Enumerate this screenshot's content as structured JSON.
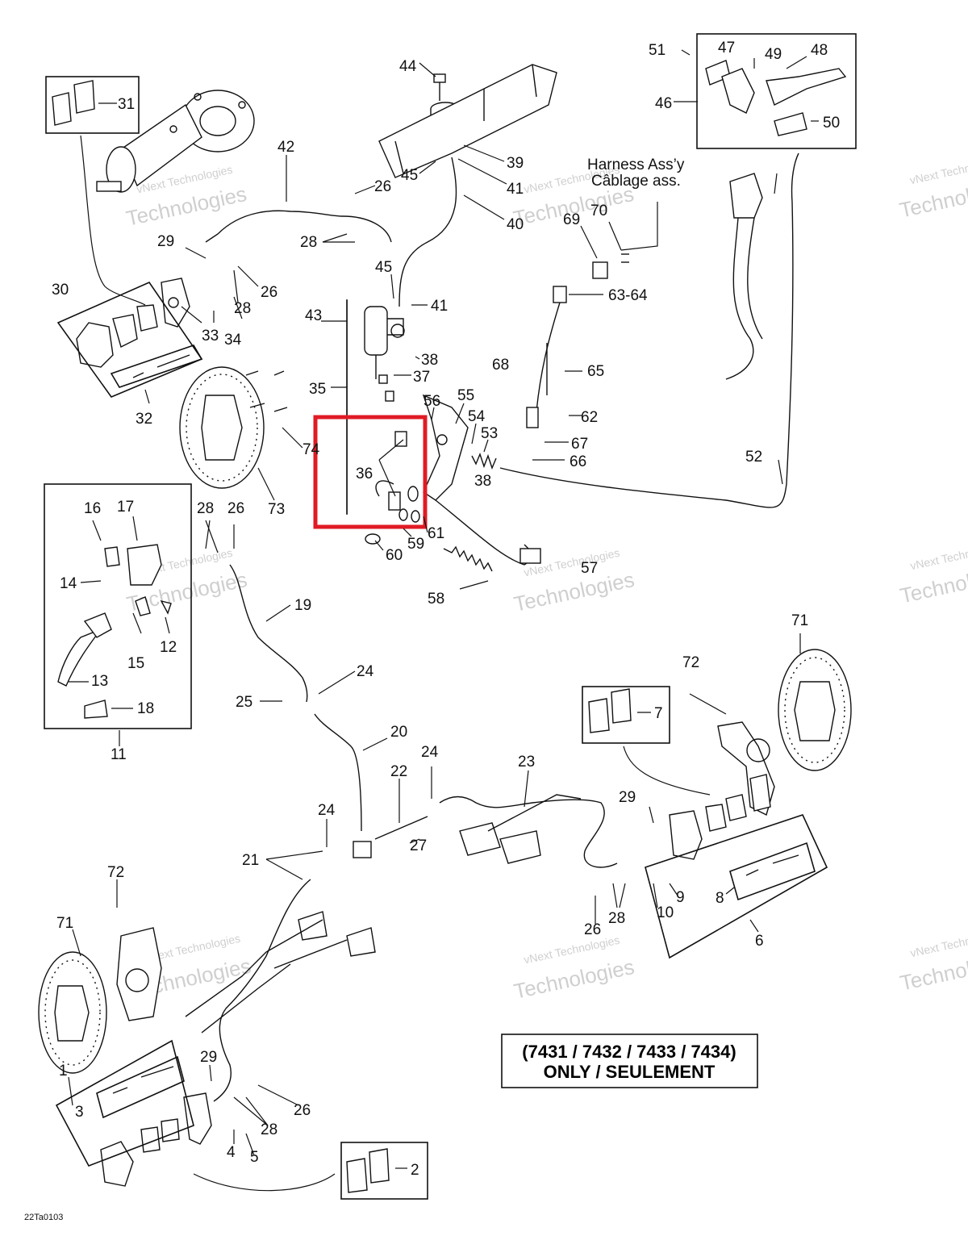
{
  "diagram": {
    "harness_label_line1": "Harness Ass’y",
    "harness_label_line2": "Câblage ass.",
    "models_line1": "(7431 / 7432 / 7433 / 7434)",
    "models_line2": "ONLY / SEULEMENT",
    "figure_code": "22Ta0103",
    "watermark_line1": "vNext Technologies",
    "watermark_line2": "Technologies",
    "watermark_prefix": "vNext",
    "highlight_color": "#e01b24"
  },
  "callouts": {
    "c1": "1",
    "c2": "2",
    "c3": "3",
    "c4": "4",
    "c5": "5",
    "c6": "6",
    "c7": "7",
    "c8": "8",
    "c9": "9",
    "c10": "10",
    "c11": "11",
    "c12": "12",
    "c13": "13",
    "c14": "14",
    "c15": "15",
    "c16": "16",
    "c17": "17",
    "c18": "18",
    "c19": "19",
    "c20": "20",
    "c21": "21",
    "c22": "22",
    "c23": "23",
    "c24": "24",
    "c25": "25",
    "c26": "26",
    "c27": "27",
    "c28": "28",
    "c29": "29",
    "c30": "30",
    "c31": "31",
    "c32": "32",
    "c33": "33",
    "c34": "34",
    "c35": "35",
    "c36": "36",
    "c37": "37",
    "c38": "38",
    "c39": "39",
    "c40": "40",
    "c41": "41",
    "c42": "42",
    "c43": "43",
    "c44": "44",
    "c45": "45",
    "c46": "46",
    "c47": "47",
    "c48": "48",
    "c49": "49",
    "c50": "50",
    "c51": "51",
    "c52": "52",
    "c53": "53",
    "c54": "54",
    "c55": "55",
    "c56": "56",
    "c57": "57",
    "c58": "58",
    "c59": "59",
    "c60": "60",
    "c61": "61",
    "c62": "62",
    "c6364": "63-64",
    "c65": "65",
    "c66": "66",
    "c67": "67",
    "c68": "68",
    "c69": "69",
    "c70": "70",
    "c71": "71",
    "c72": "72",
    "c73": "73",
    "c74": "74"
  }
}
